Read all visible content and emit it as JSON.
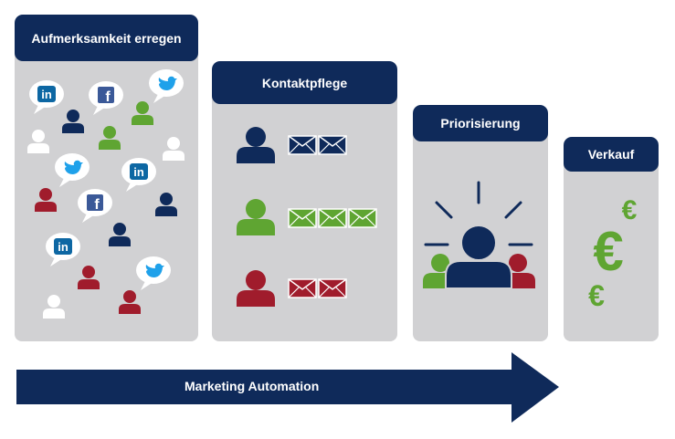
{
  "stages": [
    {
      "title": "Aufmerksamkeit erregen"
    },
    {
      "title": "Kontaktpflege"
    },
    {
      "title": "Priorisierung"
    },
    {
      "title": "Verkauf"
    }
  ],
  "arrow": {
    "label": "Marketing Automation"
  },
  "social": {
    "linkedin": "in",
    "facebook": "f"
  },
  "sale": {
    "currency": "€"
  },
  "colors": {
    "navy": "#0f2a5a",
    "green": "#5fa532",
    "red": "#a01c2c",
    "white": "#ffffff",
    "panel": "#d1d1d3",
    "linkedin": "#0d67a3",
    "facebook": "#3b5998",
    "twitter": "#1fa1ea"
  },
  "icons": [
    "person-icon",
    "envelope-icon",
    "linkedin-icon",
    "facebook-icon",
    "twitter-icon",
    "euro-icon",
    "attention-rays-icon"
  ]
}
